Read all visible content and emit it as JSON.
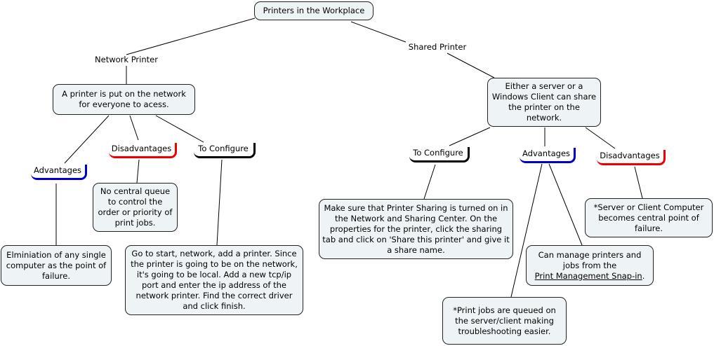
{
  "title": "Printers in the Workplace",
  "network_printer": {
    "label": "Network Printer",
    "description": "A printer is put on the network for everyone to acess.",
    "advantages_label": "Advantages",
    "advantages": "Elminiation of any single computer as the point of failure.",
    "disadvantages_label": "Disadvantages",
    "disadvantages": "No central queue to control the order or priority of print jobs.",
    "configure_label": "To Configure",
    "configure": "Go to start, network, add a printer. Since the printer is going to be on the network, it's going to be local. Add a new tcp/ip port and enter the ip address of the network printer. Find the correct driver and click finish."
  },
  "shared_printer": {
    "label": "Shared Printer",
    "description": "Either a server or a Windows Client can share the printer on the network.",
    "configure_label": "To Configure",
    "configure": "Make sure that Printer Sharing is turned on in the Network and Sharing Center. On the properties for the printer, click the sharing tab and click on 'Share this printer' and give it a share name.",
    "advantages_label": "Advantages",
    "advantage_1_prefix": "Can manage printers and jobs from the",
    "advantage_1_link": "Print Management Snap-in",
    "advantage_1_suffix": ".",
    "advantage_2": "*Print jobs are queued on the server/client making troubleshooting easier.",
    "disadvantages_label": "Disadvantages",
    "disadvantages": "*Server or Client Computer becomes central point of failure."
  },
  "colors": {
    "advantages": "#0000cc",
    "disadvantages": "#ee0000",
    "configure": "#000000",
    "box_fill": "#eef3f5"
  }
}
